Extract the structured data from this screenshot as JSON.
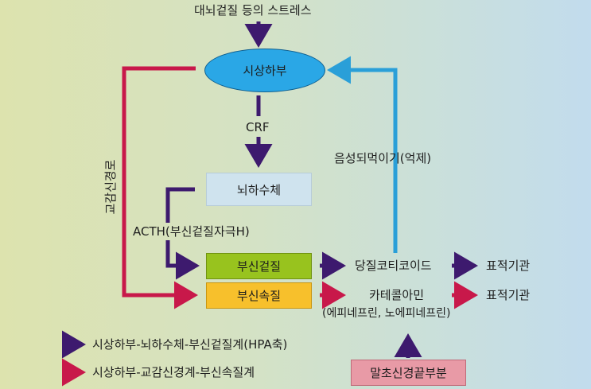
{
  "diagram": {
    "stress_label": "대뇌겉질 등의 스트레스",
    "hypothalamus": "시상하부",
    "crf": "CRF",
    "pituitary": "뇌하수체",
    "acth": "ACTH(부신겉질자극H)",
    "cortex": "부신겉질",
    "medulla": "부신속질",
    "glucocorticoid": "당질코티코이드",
    "catecholamine": "카테콜아민",
    "catecholamine_sub": "(에피네프린, 노에피네프린)",
    "target_1": "표적기관",
    "target_2": "표적기관",
    "feedback": "음성되먹이기(억제)",
    "sympathetic": "교감신경로",
    "nerve_ending": "말초신경끝부분"
  },
  "legend": {
    "hpa": "시상하부-뇌하수체-부신겉질계(HPA축)",
    "sam": "시상하부-교감신경계-부신속질계"
  },
  "colors": {
    "purple": "#3d1a6e",
    "crimson": "#c8184a",
    "blue": "#2a9fd8",
    "ellipse": "#2aa7e6",
    "pituitary_box": "#cfe3ee",
    "cortex_box": "#98c31e",
    "medulla_box": "#f7c02c",
    "nerve_box": "#e89aa6"
  }
}
